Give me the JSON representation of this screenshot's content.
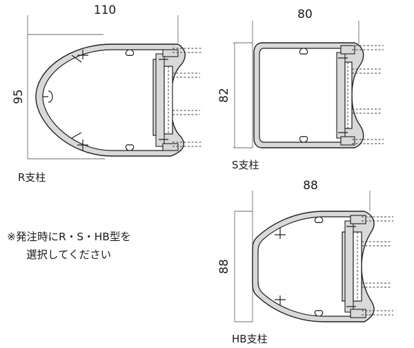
{
  "diagram": {
    "r_post": {
      "width_label": "110",
      "height_label": "95",
      "name": "R支柱"
    },
    "s_post": {
      "width_label": "80",
      "height_label": "82",
      "name": "S支柱"
    },
    "hb_post": {
      "width_label": "88",
      "height_label": "88",
      "name": "HB支柱"
    }
  },
  "note": {
    "line1": "※発注時にR・S・HB型を",
    "line2": "選択してください"
  }
}
